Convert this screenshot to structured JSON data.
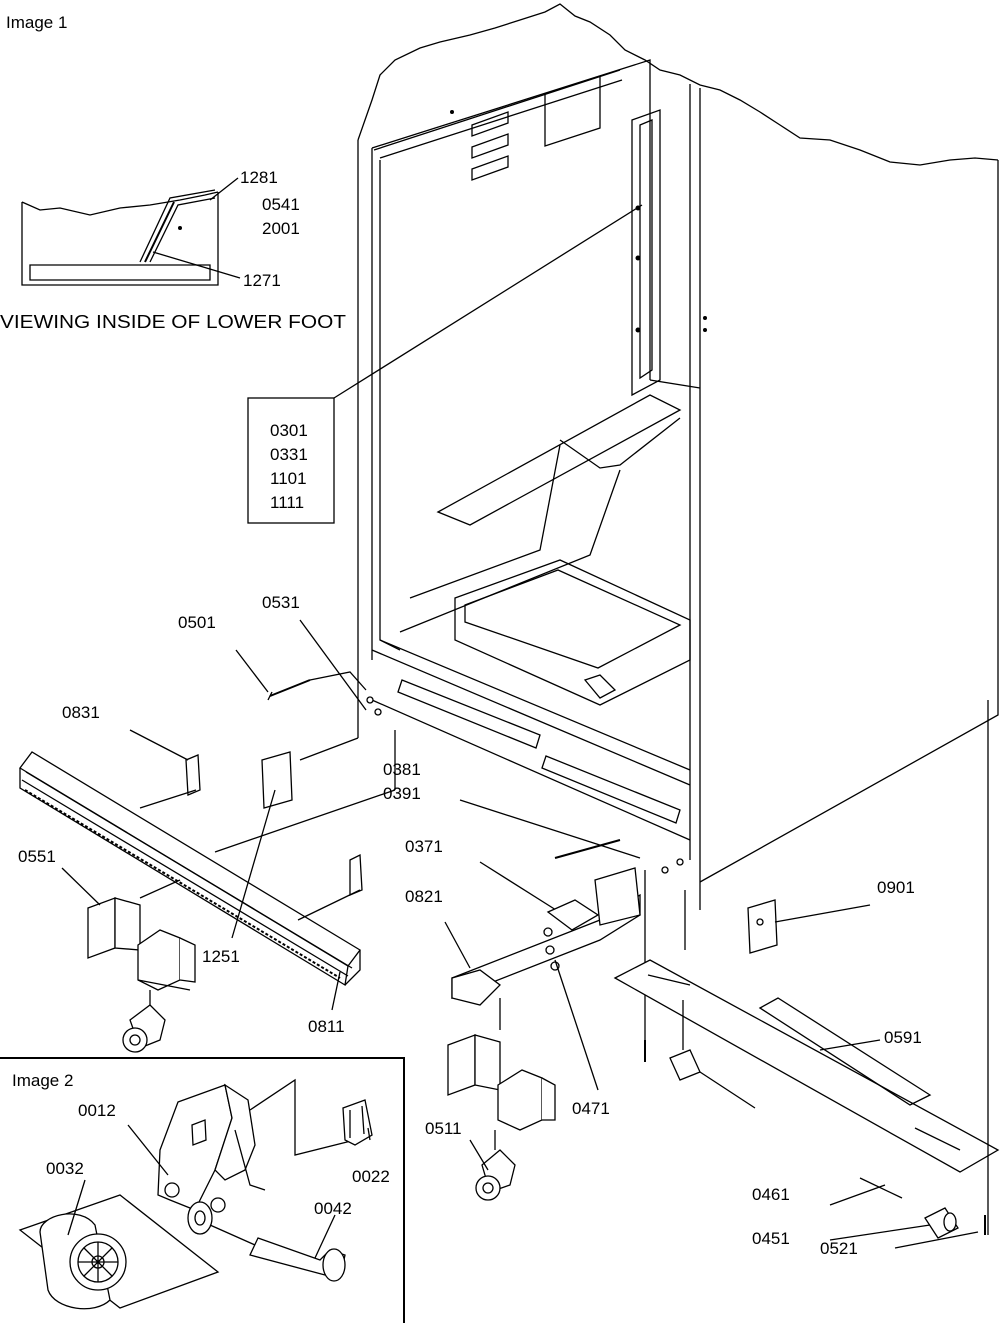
{
  "titles": {
    "image1": "Image 1",
    "image2": "Image 2"
  },
  "caption": "VIEWING INSIDE OF LOWER FOOT",
  "inset_labels": {
    "l1281": "1281",
    "l0541": "0541",
    "l2001": "2001",
    "l1271": "1271"
  },
  "box_labels": [
    "0301",
    "0331",
    "1101",
    "1111"
  ],
  "main_labels": {
    "l0501": "0501",
    "l0531": "0531",
    "l0831": "0831",
    "l0381": "0381",
    "l0391": "0391",
    "l0371": "0371",
    "l0821": "0821",
    "l0551": "0551",
    "l1251": "1251",
    "l0811": "0811",
    "l0901": "0901",
    "l0591": "0591",
    "l0471": "0471",
    "l0511": "0511",
    "l0461": "0461",
    "l0451": "0451",
    "l0521": "0521"
  },
  "image2_labels": {
    "l0012": "0012",
    "l0022": "0022",
    "l0032": "0032",
    "l0042": "0042"
  }
}
